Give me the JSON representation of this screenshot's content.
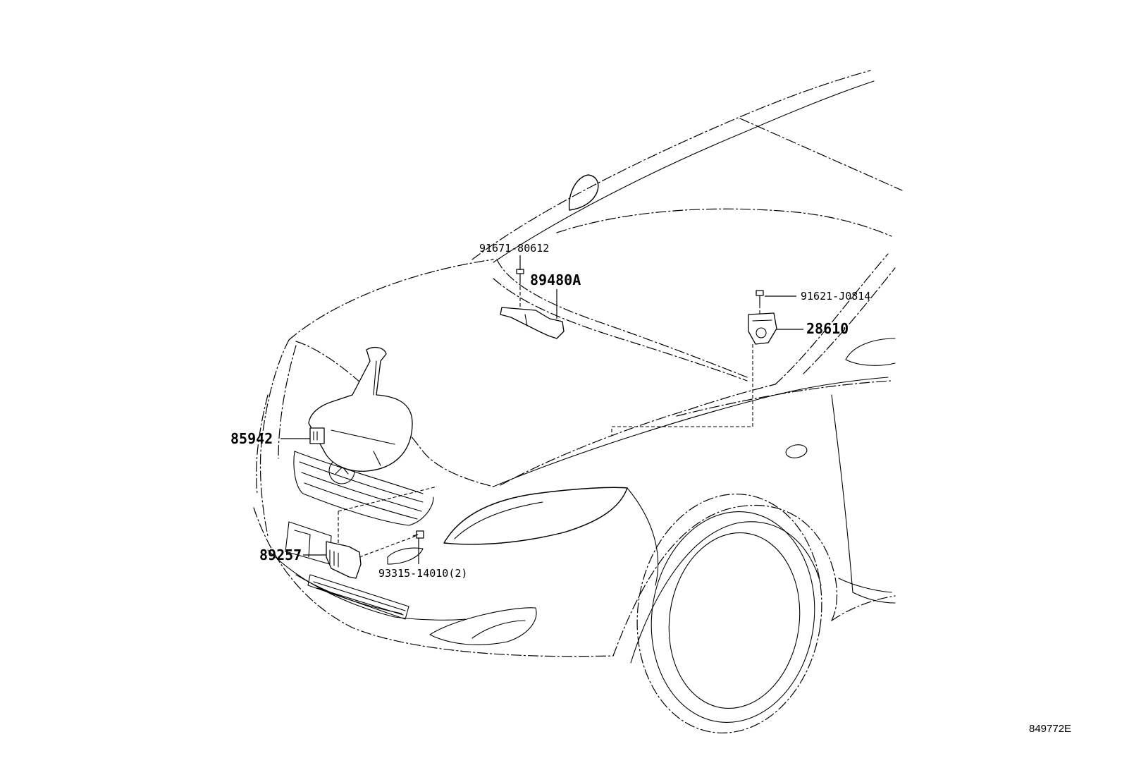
{
  "labels": {
    "p91671": "91671-80612",
    "p89480A": "89480A",
    "p91621": "91621-J0814",
    "p28610": "28610",
    "p85942": "85942",
    "p89257": "89257",
    "p93315": "93315-14010(2)"
  },
  "figure_ref": "849772E"
}
